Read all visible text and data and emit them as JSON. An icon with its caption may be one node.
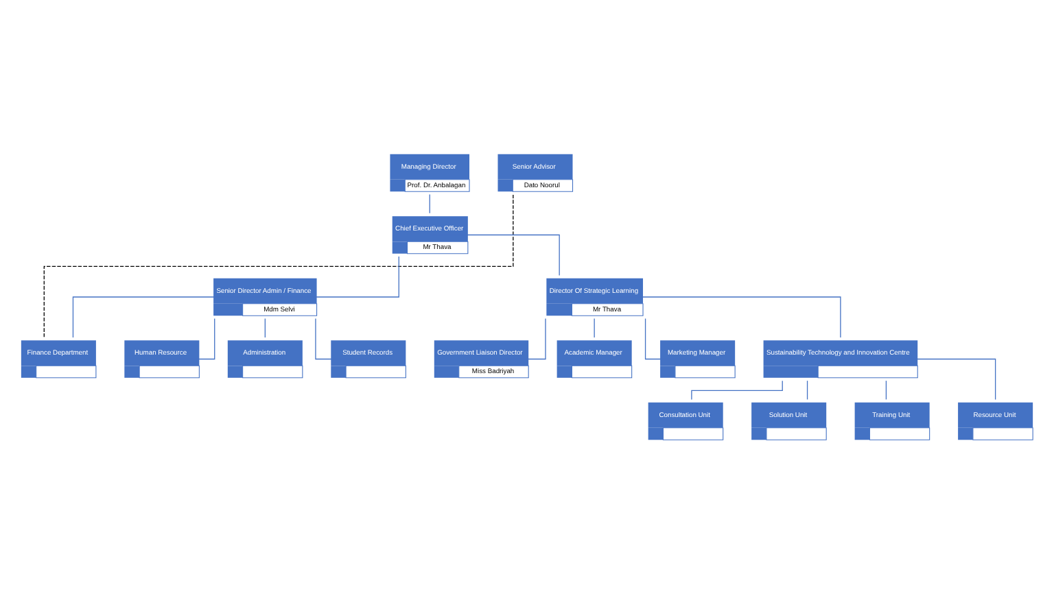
{
  "diagram": {
    "nodes": [
      {
        "text": [
          "Managing Director",
          "Prof. Dr. Anbalagan"
        ]
      },
      {
        "text": [
          "Senior Advisor",
          "Dato Noorul"
        ]
      },
      {
        "text": [
          "Chief Executive Officer",
          "Mr Thava"
        ]
      },
      {
        "text": [
          "Senior Director Admin / Finance",
          "Mdm Selvi"
        ]
      },
      {
        "text": [
          "Director Of Strategic Learning",
          "Mr Thava"
        ]
      },
      {
        "text": [
          "Finance Department"
        ]
      },
      {
        "text": [
          "Human Resource"
        ]
      },
      {
        "text": [
          "Administration"
        ]
      },
      {
        "text": [
          "Student Records"
        ]
      },
      {
        "text": [
          "Government Liaison Director",
          "Miss Badriyah"
        ]
      },
      {
        "text": [
          "Academic Manager"
        ]
      },
      {
        "text": [
          "Marketing Manager"
        ]
      },
      {
        "text": [
          "Sustainability Technology and Innovation Centre"
        ]
      },
      {
        "text": [
          "Consultation Unit"
        ]
      },
      {
        "text": [
          "Solution Unit"
        ]
      },
      {
        "text": [
          "Training Unit"
        ]
      },
      {
        "text": [
          "Resource Unit"
        ]
      }
    ],
    "edges": [
      {
        "from": 0,
        "to": 2,
        "arrow": "none"
      },
      {
        "from": 2,
        "to": 3,
        "arrow": "none"
      },
      {
        "from": 2,
        "to": 4,
        "arrow": "none"
      },
      {
        "from": 3,
        "to": 5,
        "arrow": "none"
      },
      {
        "from": 3,
        "to": 6,
        "arrow": "none"
      },
      {
        "from": 3,
        "to": 7,
        "arrow": "none"
      },
      {
        "from": 3,
        "to": 8,
        "arrow": "none"
      },
      {
        "from": 4,
        "to": 9,
        "arrow": "none"
      },
      {
        "from": 4,
        "to": 10,
        "arrow": "none"
      },
      {
        "from": 4,
        "to": 11,
        "arrow": "none"
      },
      {
        "from": 4,
        "to": 12,
        "arrow": "none"
      },
      {
        "from": 12,
        "to": 13,
        "arrow": "none"
      },
      {
        "from": 12,
        "to": 14,
        "arrow": "none"
      },
      {
        "from": 12,
        "to": 15,
        "arrow": "none"
      },
      {
        "from": 12,
        "to": 16,
        "arrow": "none"
      },
      {
        "from": 1,
        "to": 5,
        "arrow": "none",
        "style": "dashed",
        "color": "#000000"
      }
    ]
  }
}
